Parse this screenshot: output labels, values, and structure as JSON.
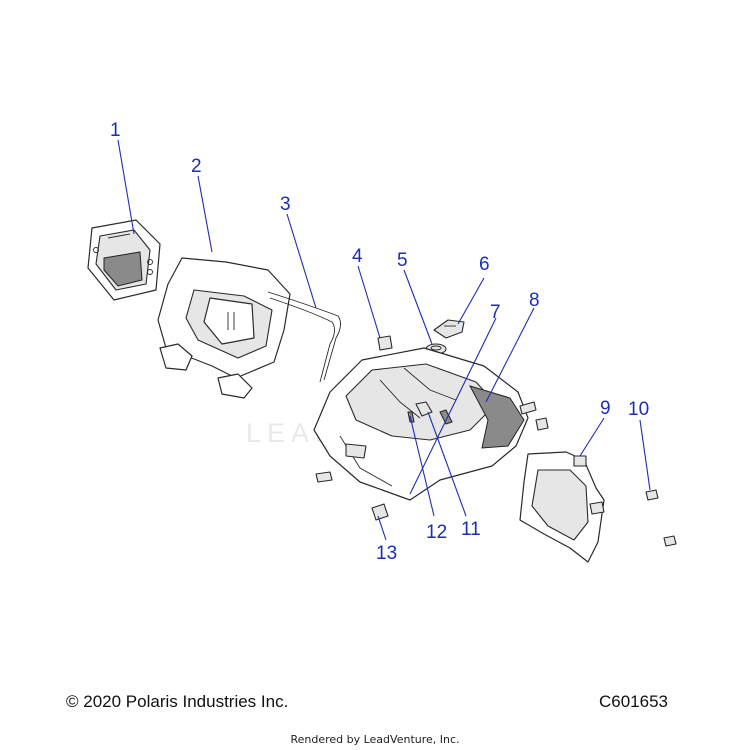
{
  "diagram": {
    "watermark": "LEADVENTURE",
    "callouts": [
      {
        "id": "1",
        "label": "1"
      },
      {
        "id": "2",
        "label": "2"
      },
      {
        "id": "3",
        "label": "3"
      },
      {
        "id": "4",
        "label": "4"
      },
      {
        "id": "5",
        "label": "5"
      },
      {
        "id": "6",
        "label": "6"
      },
      {
        "id": "7",
        "label": "7"
      },
      {
        "id": "8",
        "label": "8"
      },
      {
        "id": "9",
        "label": "9"
      },
      {
        "id": "10",
        "label": "10"
      },
      {
        "id": "11",
        "label": "11"
      },
      {
        "id": "12",
        "label": "12"
      },
      {
        "id": "13",
        "label": "13"
      }
    ]
  },
  "footer": {
    "copyright": "© 2020 Polaris Industries Inc.",
    "diagram_code": "C601653",
    "rendered_by": "Rendered by LeadVenture, Inc."
  }
}
